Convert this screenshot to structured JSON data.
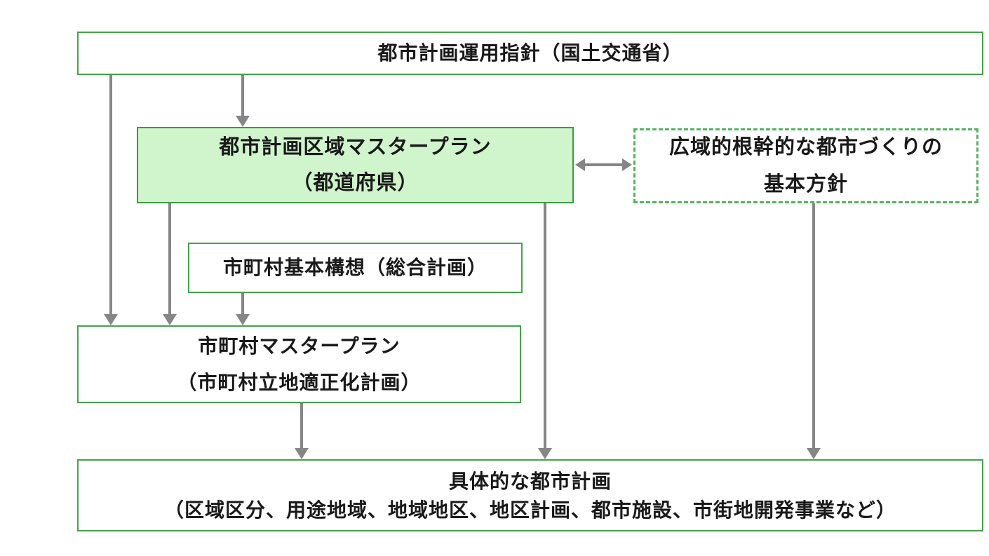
{
  "diagram": {
    "boxes": {
      "guideline": {
        "label": "都市計画運用指針（国土交通省）"
      },
      "area_master_plan": {
        "line1": "都市計画区域マスタープラン",
        "line2": "（都道府県）"
      },
      "regional_policy": {
        "line1": "広域的根幹的な都市づくりの",
        "line2": "基本方針"
      },
      "municipal_concept": {
        "label": "市町村基本構想（総合計画）"
      },
      "municipal_master_plan": {
        "line1": "市町村マスタープラン",
        "line2": "（市町村立地適正化計画）"
      },
      "concrete_plan": {
        "line1": "具体的な都市計画",
        "line2": "（区域区分、用途地域、地域地区、地区計画、都市施設、市街地開発事業など）"
      }
    },
    "edges": [
      {
        "from": "guideline",
        "to": "municipal_master_plan",
        "type": "arrow-down"
      },
      {
        "from": "guideline",
        "to": "area_master_plan",
        "type": "arrow-down"
      },
      {
        "from": "area_master_plan",
        "to": "regional_policy",
        "type": "arrow-double-horizontal"
      },
      {
        "from": "area_master_plan",
        "to": "municipal_master_plan",
        "type": "arrow-down"
      },
      {
        "from": "municipal_concept",
        "to": "municipal_master_plan",
        "type": "arrow-down"
      },
      {
        "from": "area_master_plan",
        "to": "concrete_plan",
        "type": "arrow-down"
      },
      {
        "from": "municipal_master_plan",
        "to": "concrete_plan",
        "type": "arrow-down"
      },
      {
        "from": "regional_policy",
        "to": "concrete_plan",
        "type": "arrow-down"
      }
    ],
    "colors": {
      "box_border_green": "#44a347",
      "highlight_fill_green": "#d0f4cc",
      "dashed_border_green": "#52b35c",
      "arrow_gray": "#868686",
      "text": "#191919",
      "background": "#ffffff"
    }
  }
}
